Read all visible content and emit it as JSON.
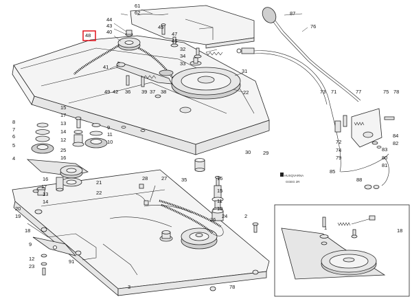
{
  "diagram": {
    "highlighted_callout": "48",
    "highlight_color": "#e0101a",
    "logo_text": "HUSQVARNA",
    "figure_code": "GGEG 2R",
    "callouts": [
      "61",
      "62",
      "44",
      "43",
      "40",
      "48",
      "45",
      "47",
      "46",
      "32",
      "34",
      "33",
      "87",
      "76",
      "41",
      "31",
      "49",
      "42",
      "36",
      "39",
      "37",
      "38",
      "22",
      "73",
      "71",
      "77",
      "75",
      "78",
      "15",
      "17",
      "13",
      "14",
      "12",
      "8",
      "7",
      "6",
      "5",
      "25",
      "16",
      "9",
      "11",
      "10",
      "4",
      "72",
      "74",
      "79",
      "84",
      "82",
      "83",
      "80",
      "81",
      "85",
      "88",
      "30",
      "29",
      "35",
      "16",
      "17",
      "13",
      "14",
      "20",
      "19",
      "21",
      "22",
      "28",
      "27",
      "16",
      "15",
      "11",
      "10",
      "24",
      "18",
      "2",
      "26",
      "9",
      "12",
      "23",
      "91",
      "1",
      "18",
      "3",
      "78"
    ]
  }
}
